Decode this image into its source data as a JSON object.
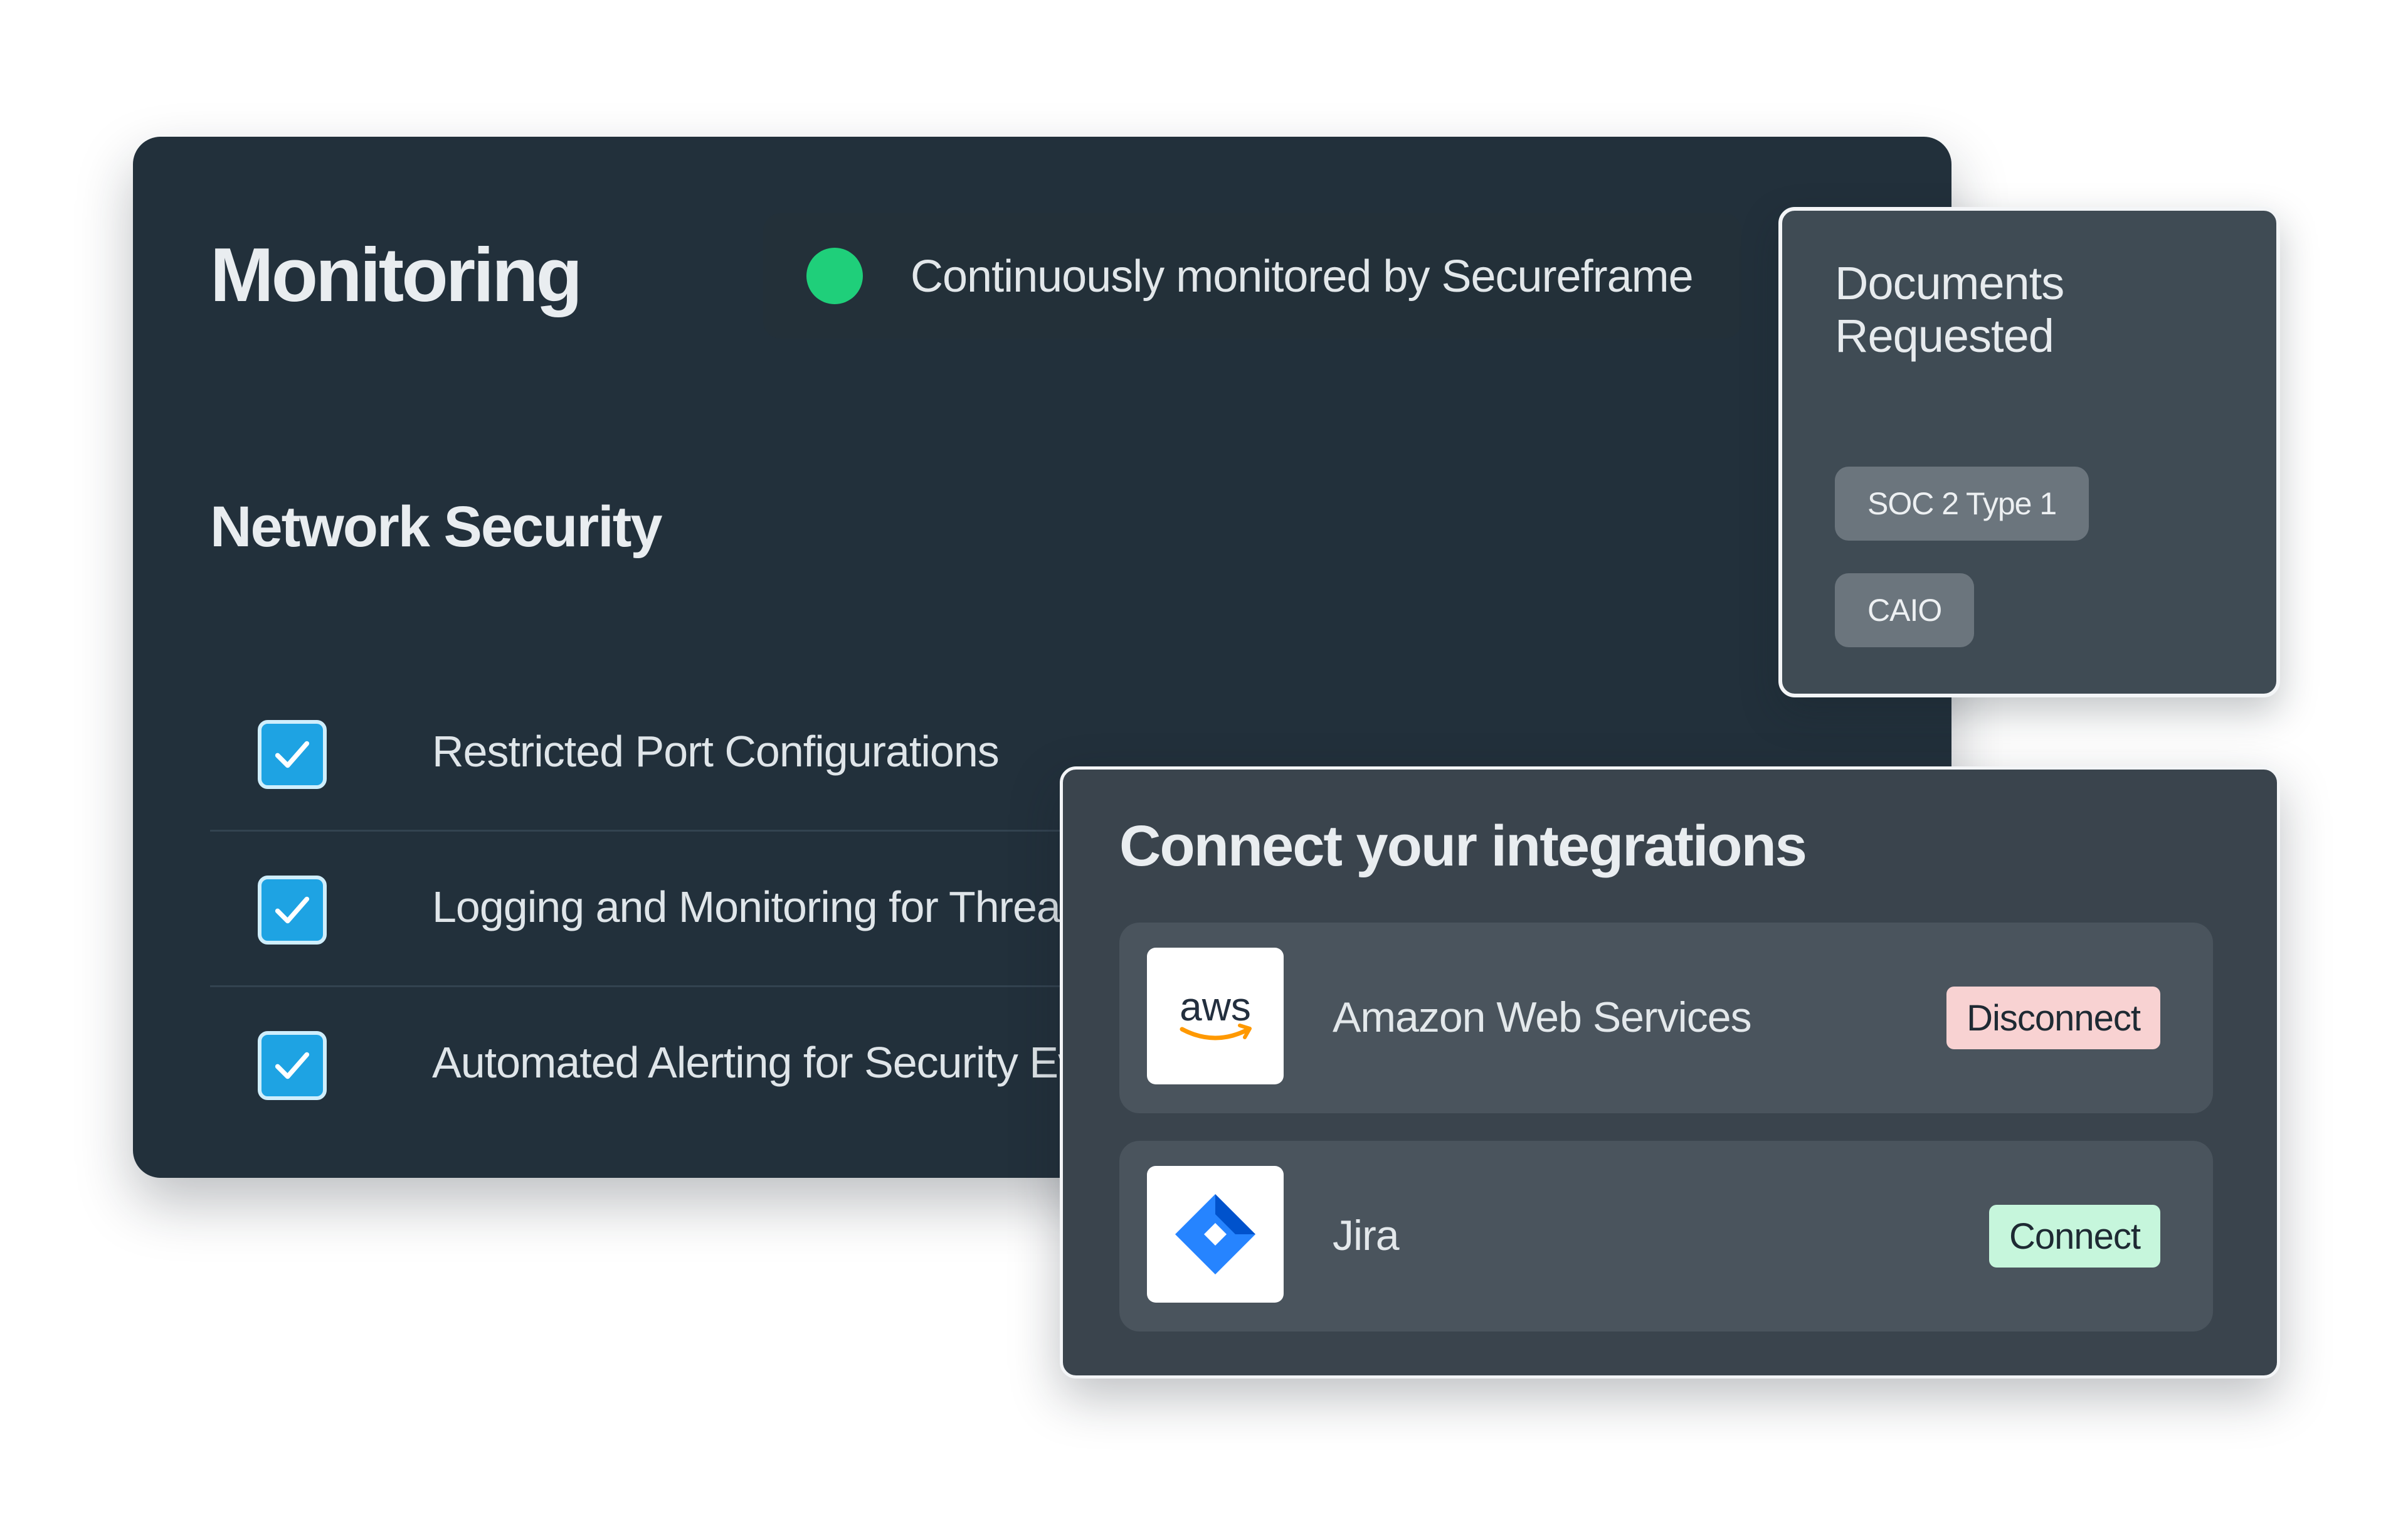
{
  "monitoring": {
    "title": "Monitoring",
    "status_text": "Continuously monitored by Secureframe",
    "section_title": "Network Security",
    "controls": [
      {
        "label": "Restricted Port Configurations",
        "checked": true
      },
      {
        "label": "Logging and Monitoring for Threats",
        "checked": true
      },
      {
        "label": "Automated Alerting for Security Events",
        "checked": true
      }
    ]
  },
  "documents": {
    "title": "Documents Requested",
    "items": [
      "SOC 2 Type 1",
      "CAIO"
    ]
  },
  "integrations": {
    "title": "Connect your integrations",
    "items": [
      {
        "name": "Amazon Web Services",
        "logo": "aws-logo",
        "logo_text": "aws",
        "action": "Disconnect"
      },
      {
        "name": "Jira",
        "logo": "jira-logo",
        "action": "Connect"
      }
    ]
  },
  "colors": {
    "status_green": "#1fcf7a",
    "checkbox_blue": "#1ea3e3",
    "disconnect_bg": "#f8d2d2",
    "connect_bg": "#c6f6dc",
    "aws_orange": "#ff9900",
    "jira_blue": "#2684ff"
  }
}
